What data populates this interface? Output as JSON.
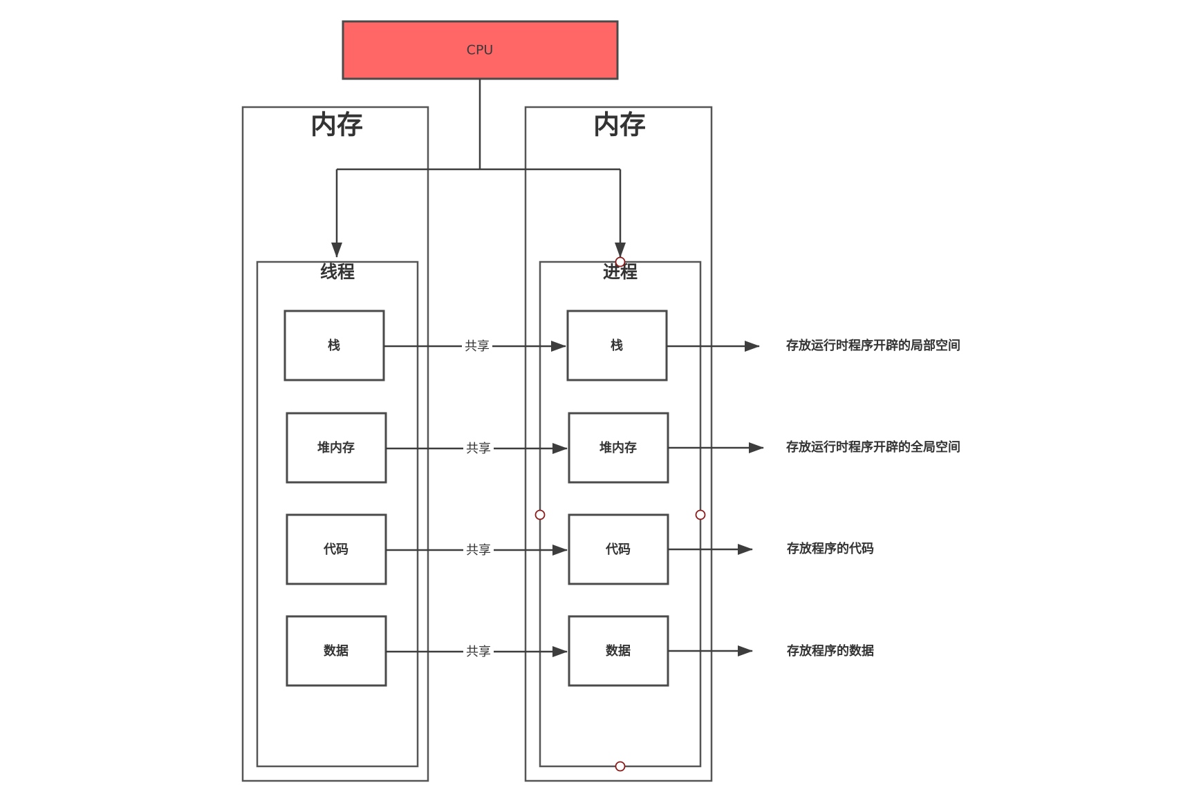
{
  "cpu": {
    "label": "CPU",
    "color": "#ff6666"
  },
  "left_memory": {
    "title": "内存"
  },
  "right_memory": {
    "title": "内存"
  },
  "thread": {
    "title": "线程"
  },
  "process": {
    "title": "进程"
  },
  "thread_items": [
    "栈",
    "堆内存",
    "代码",
    "数据"
  ],
  "process_items": [
    "栈",
    "堆内存",
    "代码",
    "数据"
  ],
  "share_labels": [
    "共享",
    "共享",
    "共享",
    "共享"
  ],
  "descriptions": [
    "存放运行时程序开辟的局部空间",
    "存放运行时程序开辟的全局空间",
    "存放程序的代码",
    "存放程序的数据"
  ]
}
